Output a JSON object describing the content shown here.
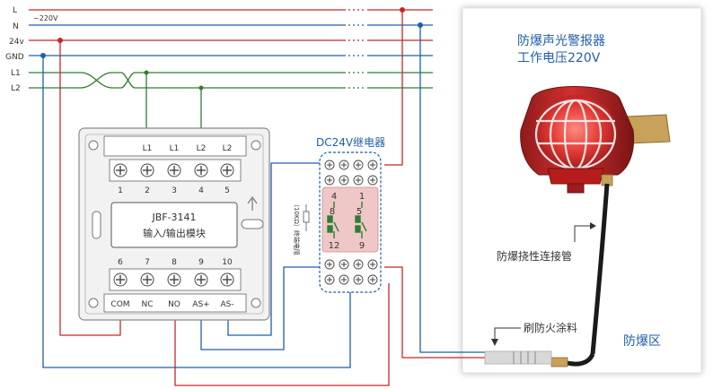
{
  "bus": {
    "lines": [
      {
        "label": "L",
        "color": "#c62828"
      },
      {
        "label": "N",
        "color": "#1f5fa8"
      },
      {
        "label": "24v",
        "color": "#c62828"
      },
      {
        "label": "GND",
        "color": "#1f5fa8"
      },
      {
        "label": "L1",
        "color": "#2e7d32"
      },
      {
        "label": "L2",
        "color": "#2e7d32"
      }
    ],
    "voltage_note": "~220V"
  },
  "module": {
    "model": "JBF-3141",
    "name": "输入/输出模块",
    "top_terminal_labels": [
      "L1",
      "L1",
      "L2",
      "L2"
    ],
    "top_terminal_numbers": [
      "1",
      "2",
      "3",
      "4",
      "5"
    ],
    "bottom_terminal_numbers": [
      "6",
      "7",
      "8",
      "9",
      "10"
    ],
    "bottom_terminal_labels": [
      "COM",
      "NC",
      "NO",
      "AS+",
      "AS-"
    ]
  },
  "relay": {
    "title": "DC24V继电器",
    "contact_numbers": {
      "top_left": "4",
      "top_right": "1",
      "mid_left": "8",
      "mid_right": "5",
      "bottom_left": "12",
      "bottom_right": "9"
    },
    "resistor_label": "（10KΩ）终端电阻"
  },
  "alarm": {
    "title_line1": "防爆声光警报器",
    "title_line2": "工作电压220V",
    "pipe_label": "防爆挠性连接管",
    "coating_label": "刷防火涂料",
    "zone_label": "防爆区"
  },
  "colors": {
    "red": "#c62828",
    "blue": "#1f5fa8",
    "green": "#2e7d32",
    "text": "#333333",
    "title_blue": "#1f5fa8"
  }
}
